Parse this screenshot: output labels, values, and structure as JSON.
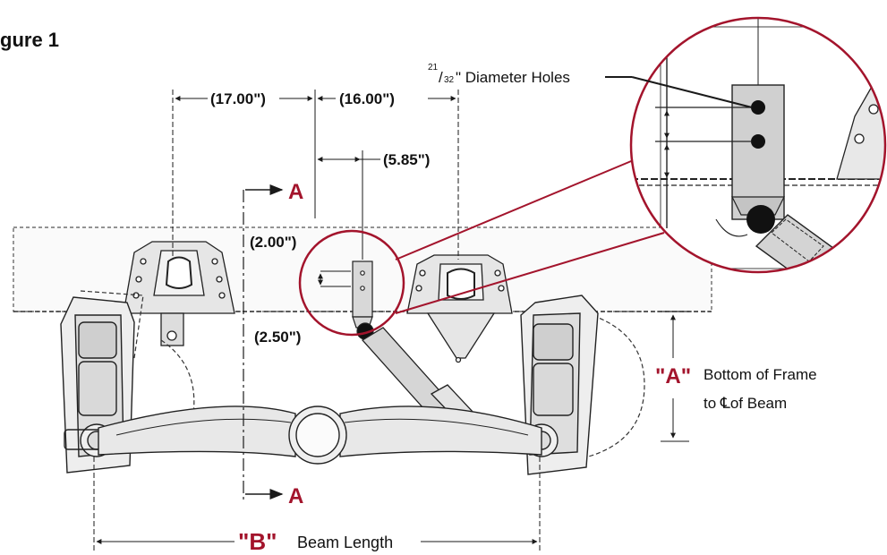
{
  "figure_label": "gure 1",
  "dimensions": {
    "left_span": "(17.00\")",
    "right_span": "(16.00\")",
    "offset": "(5.85\")",
    "upper_vertical": "(2.00\")",
    "lower_vertical": "(2.50\")"
  },
  "holes_note": {
    "fraction_numerator": "21",
    "fraction_slash": "/",
    "fraction_denominator": "32",
    "suffix": "\" Diameter Holes"
  },
  "section_marker": "A",
  "dimension_a": {
    "letter": "\"A\"",
    "line1": "Bottom of Frame",
    "line2_prefix": "to ",
    "centerline_symbol": "℄",
    "line2_suffix": "of Beam"
  },
  "dimension_b": {
    "letter": "\"B\"",
    "label": "Beam Length"
  },
  "colors": {
    "accent": "#a3142c",
    "line": "#1a1a1a",
    "fill_light": "#d8d8d8",
    "fill_mid": "#bfbfbf"
  }
}
